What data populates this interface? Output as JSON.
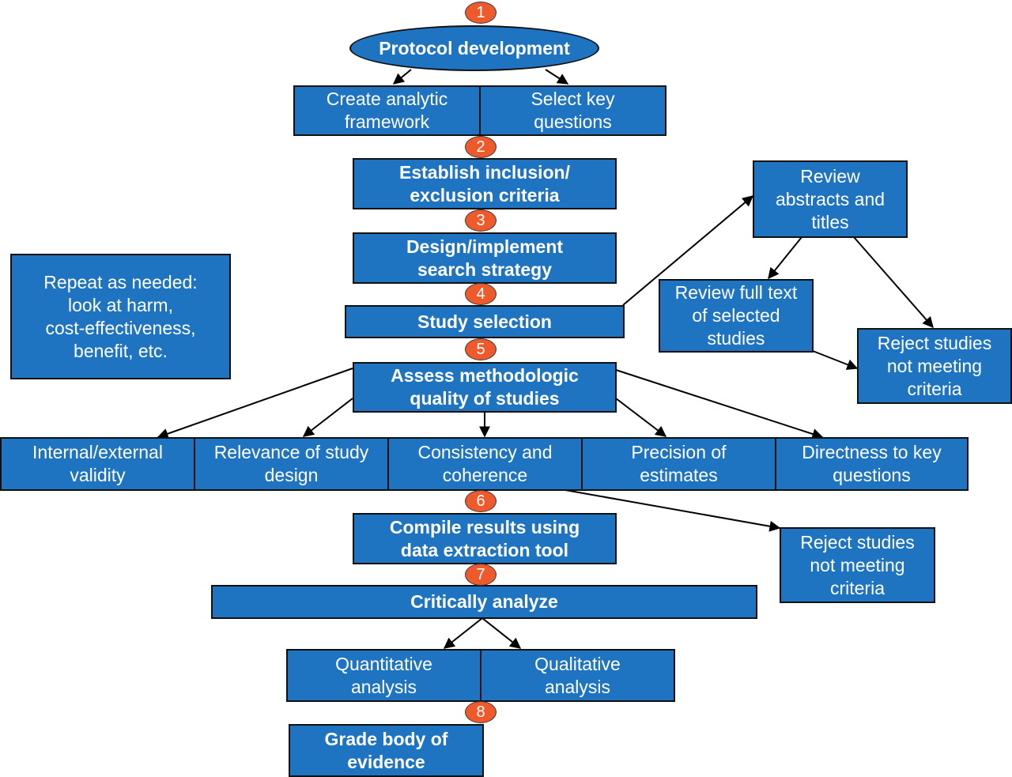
{
  "steps": {
    "s1": "1",
    "s2": "2",
    "s3": "3",
    "s4": "4",
    "s5": "5",
    "s6": "6",
    "s7": "7",
    "s8": "8"
  },
  "nodes": {
    "protocol": "Protocol development",
    "analytic_framework": "Create analytic\nframework",
    "key_questions": "Select key\nquestions",
    "criteria": "Establish inclusion/\nexclusion criteria",
    "search": "Design/implement\nsearch strategy",
    "selection": "Study selection",
    "review_abstracts": "Review\nabstracts and\ntitles",
    "review_full_text": "Review full text\nof selected\nstudies",
    "reject_1": "Reject studies\nnot meeting\ncriteria",
    "repeat": "Repeat as needed:\nlook at harm,\ncost-effectiveness,\nbenefit, etc.",
    "assess": "Assess methodologic\nquality of studies",
    "validity": "Internal/external\nvalidity",
    "relevance": "Relevance of study\ndesign",
    "consistency": "Consistency and\ncoherence",
    "precision": "Precision of\nestimates",
    "directness": "Directness to key\nquestions",
    "compile": "Compile results using\ndata extraction tool",
    "reject_2": "Reject studies\nnot meeting\ncriteria",
    "analyze": "Critically analyze",
    "quantitative": "Quantitative\nanalysis",
    "qualitative": "Qualitative\nanalysis",
    "grade": "Grade body of\nevidence"
  },
  "colors": {
    "box_fill": "#1f74c2",
    "badge_fill": "#ee5a2b",
    "border": "#111111",
    "text": "#ffffff"
  }
}
